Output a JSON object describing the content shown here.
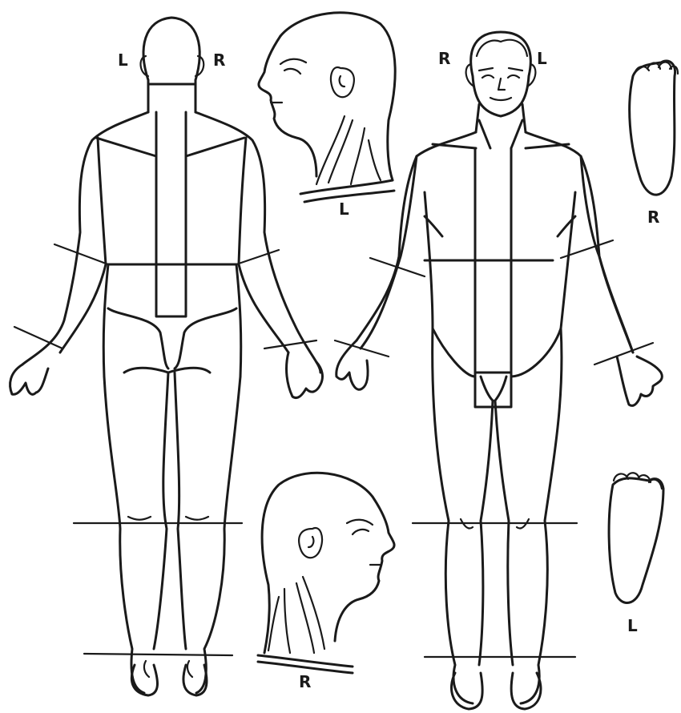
{
  "labels": {
    "back_left": "L",
    "back_right": "R",
    "front_right": "R",
    "front_left": "L",
    "profile_left": "L",
    "profile_right": "R",
    "foot_right": "R",
    "foot_left": "L"
  },
  "colors": {
    "ink": "#1a1a1a",
    "paper": "#ffffff"
  }
}
